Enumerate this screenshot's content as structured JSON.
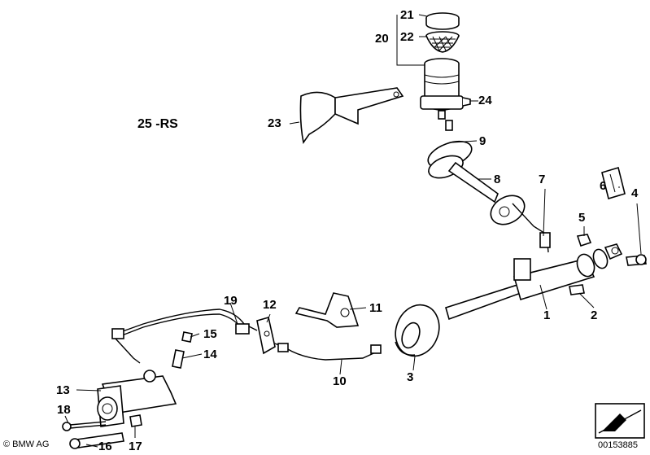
{
  "diagram": {
    "title": "25 -RS",
    "copyright": "© BMW AG",
    "doc_number": "00153885",
    "callouts": {
      "c1": "1",
      "c2": "2",
      "c3": "3",
      "c4": "4",
      "c5": "5",
      "c6": "6",
      "c7": "7",
      "c8": "8",
      "c9": "9",
      "c10": "10",
      "c11": "11",
      "c12": "12",
      "c13": "13",
      "c14": "14",
      "c15": "15",
      "c16": "16",
      "c17": "17",
      "c18": "18",
      "c19": "19",
      "c20": "20",
      "c21": "21",
      "c22": "22",
      "c23": "23",
      "c24": "24"
    }
  }
}
